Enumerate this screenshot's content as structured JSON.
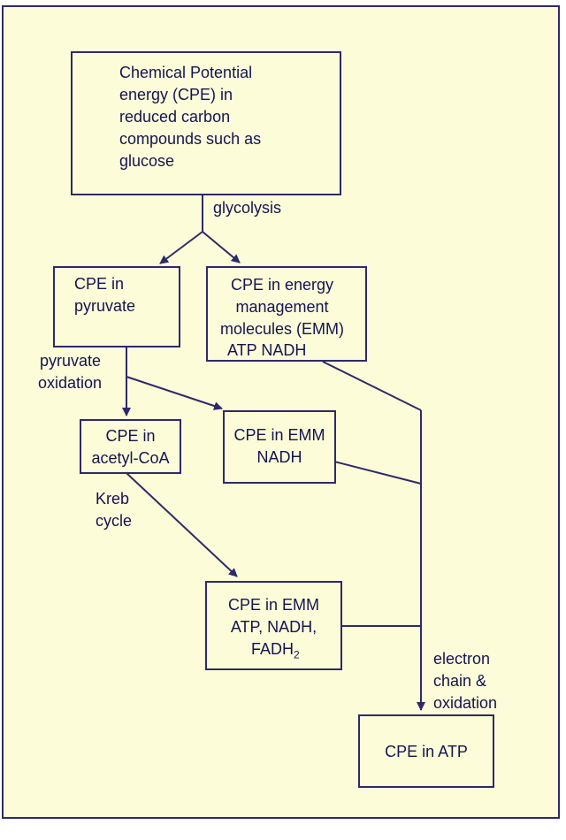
{
  "boxes": {
    "chemical_potential": {
      "lines": [
        "Chemical Potential",
        "energy (CPE) in",
        "reduced carbon",
        "compounds such as",
        "glucose"
      ]
    },
    "cpe_pyruvate": {
      "lines": [
        "CPE in",
        "pyruvate"
      ]
    },
    "cpe_emm_atp_nadh": {
      "lines": [
        "CPE in energy",
        "management",
        "molecules (EMM)",
        "ATP NADH"
      ]
    },
    "cpe_acetyl_coa": {
      "lines": [
        "CPE in",
        "acetyl-CoA"
      ]
    },
    "cpe_emm_nadh": {
      "lines": [
        "CPE in EMM",
        "NADH"
      ]
    },
    "cpe_emm_atp_nadh_fadh2": {
      "lines": [
        "CPE in EMM",
        "ATP, NADH,"
      ],
      "fadh_base": "FADH",
      "fadh_sub": "2"
    },
    "cpe_atp": {
      "lines": [
        "CPE in ATP"
      ]
    }
  },
  "labels": {
    "glycolysis": "glycolysis",
    "pyruvate_oxidation": [
      "pyruvate",
      "oxidation"
    ],
    "kreb_cycle": [
      "Kreb",
      "cycle"
    ],
    "electron_chain": [
      "electron",
      "chain &",
      "oxidation"
    ]
  },
  "colors": {
    "background": "#fcfcd8",
    "line": "#2e2a6a",
    "text": "#141452"
  }
}
